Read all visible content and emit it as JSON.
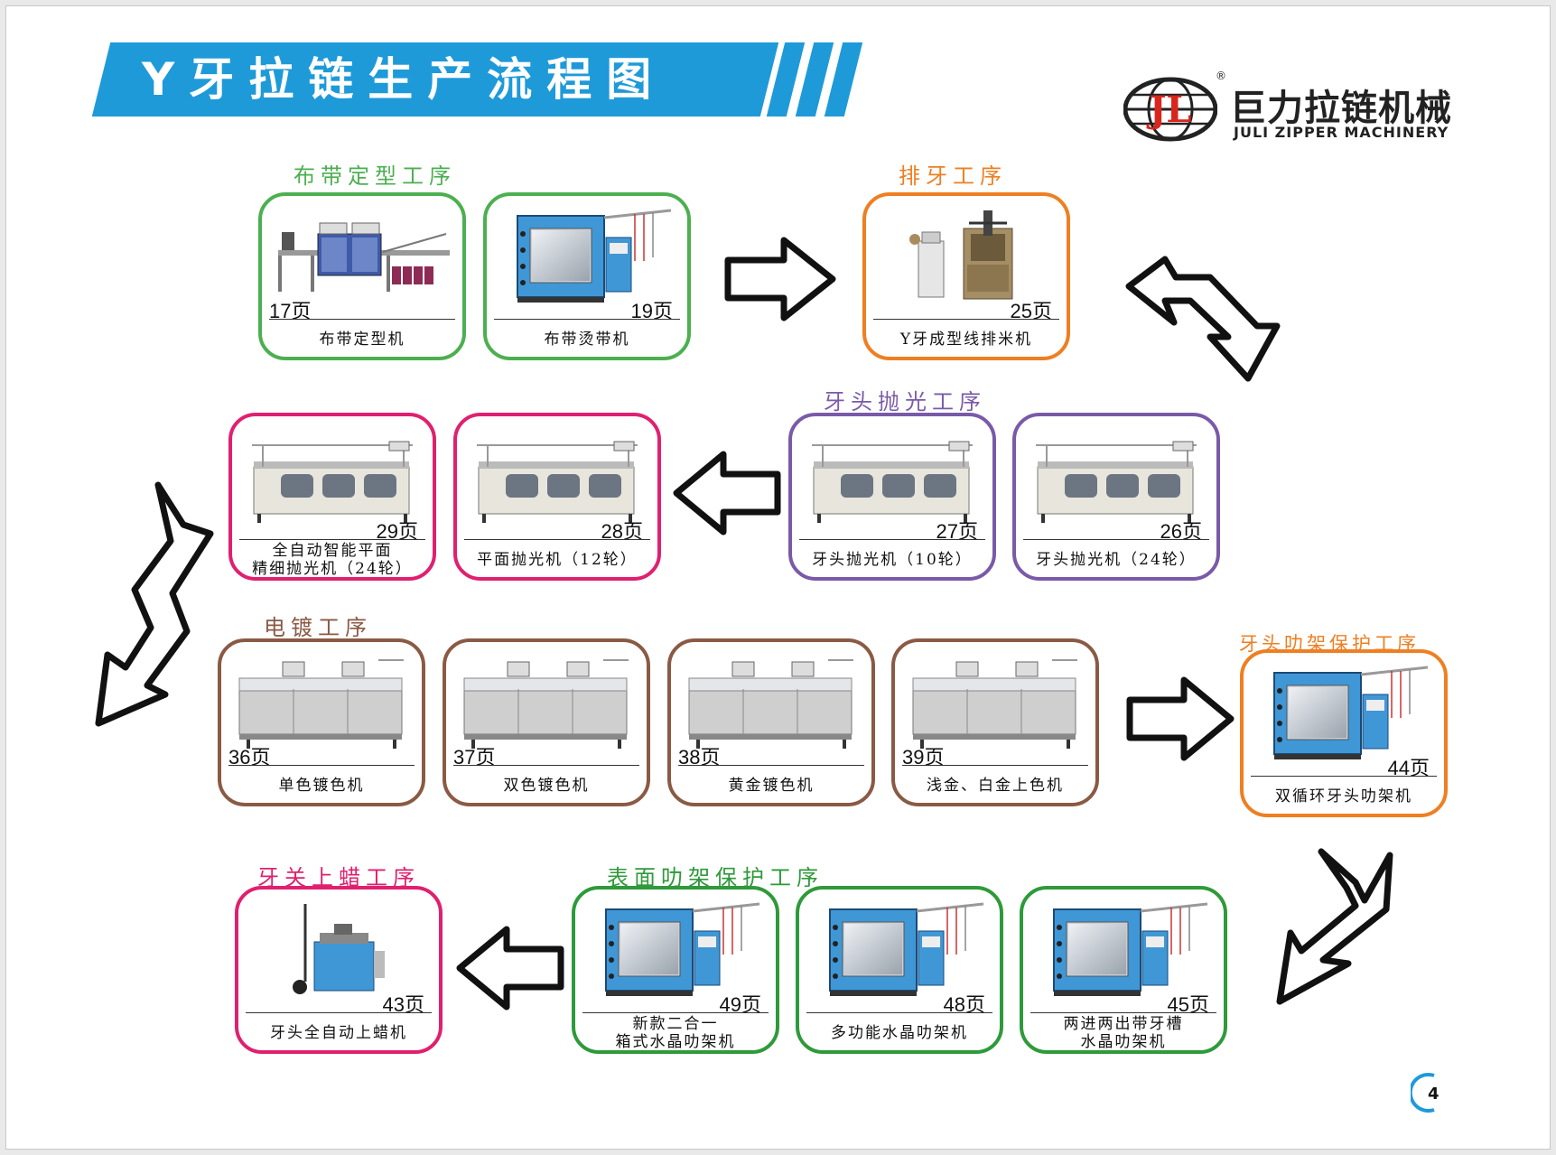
{
  "title": "Y牙拉链生产流程图",
  "brand": {
    "name_cn": "巨力拉链机械",
    "name_en": "JULI ZIPPER MACHINERY",
    "registered_mark": "®",
    "emblem_letters": "JL",
    "accent": "#1e9ad9",
    "emblem_red": "#d9261c"
  },
  "sections": [
    {
      "name": "布带定型工序",
      "color": "#4caf50"
    },
    {
      "name": "排牙工序",
      "color": "#ee7f22"
    },
    {
      "name": "牙头抛光工序",
      "color": "#7a5aa8"
    },
    {
      "name": "电镀工序",
      "color": "#8a5a44"
    },
    {
      "name": "牙头叻架保护工序",
      "color": "#ee7f22"
    },
    {
      "name": "表面叻架保护工序",
      "color": "#2e9a3a"
    },
    {
      "name": "牙关上蜡工序",
      "color": "#e0206f"
    }
  ],
  "cards": [
    {
      "page": "17页",
      "caption": "布带定型机",
      "machine": "long-line-machine-icon"
    },
    {
      "page": "19页",
      "caption": "布带烫带机",
      "machine": "blue-cabinet-machine-icon"
    },
    {
      "page": "25页",
      "caption": "Y牙成型线排米机",
      "machine": "forming-machine-icon"
    },
    {
      "page": "29页",
      "caption": "全自动智能平面\n精细抛光机（24轮）",
      "machine": "polisher-machine-icon"
    },
    {
      "page": "28页",
      "caption": "平面抛光机（12轮）",
      "machine": "polisher-machine-icon"
    },
    {
      "page": "27页",
      "caption": "牙头抛光机（10轮）",
      "machine": "polisher-machine-icon"
    },
    {
      "page": "26页",
      "caption": "牙头抛光机（24轮）",
      "machine": "polisher-machine-icon"
    },
    {
      "page": "36页",
      "caption": "单色镀色机",
      "machine": "plating-machine-icon"
    },
    {
      "page": "37页",
      "caption": "双色镀色机",
      "machine": "plating-machine-icon"
    },
    {
      "page": "38页",
      "caption": "黄金镀色机",
      "machine": "plating-machine-icon"
    },
    {
      "page": "39页",
      "caption": "浅金、白金上色机",
      "machine": "plating-machine-icon"
    },
    {
      "page": "44页",
      "caption": "双循环牙头叻架机",
      "machine": "blue-cabinet-machine-icon"
    },
    {
      "page": "43页",
      "caption": "牙头全自动上蜡机",
      "machine": "waxing-machine-icon"
    },
    {
      "page": "49页",
      "caption": "新款二合一\n箱式水晶叻架机",
      "machine": "blue-cabinet-machine-icon"
    },
    {
      "page": "48页",
      "caption": "多功能水晶叻架机",
      "machine": "blue-cabinet-machine-icon"
    },
    {
      "page": "45页",
      "caption": "两进两出带牙槽\n水晶叻架机",
      "machine": "blue-cabinet-machine-icon"
    }
  ],
  "page_number": "4"
}
